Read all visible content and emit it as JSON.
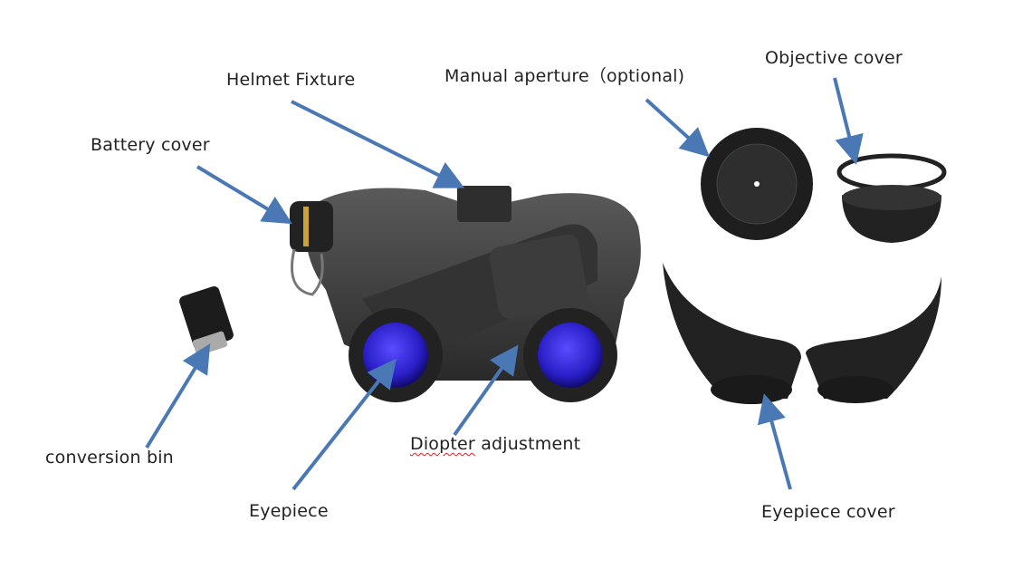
{
  "labels": {
    "helmet_fixture": "Helmet Fixture",
    "manual_aperture": "Manual aperture（optional)",
    "objective_cover": "Objective  cover",
    "battery_cover": "Battery cover",
    "conversion_bin": "conversion bin",
    "eyepiece": "Eyepiece",
    "diopter_word": "Diopter",
    "diopter_rest": " adjustment",
    "eyepiece_cover": "Eyepiece  cover"
  },
  "colors": {
    "arrow": "#4a78b5",
    "lens": "#2a1fc8",
    "body": "#3a3a3a"
  }
}
